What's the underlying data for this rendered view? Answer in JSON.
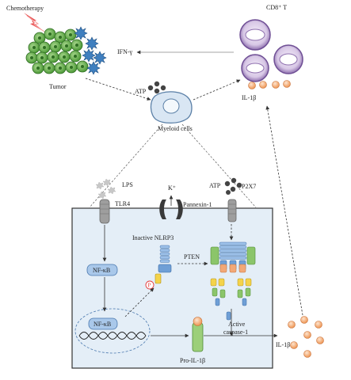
{
  "labels": {
    "chemotherapy": "Chemotherapy",
    "tumor": "Tumor",
    "ifn_gamma": "IFN-γ",
    "cd8_t": "CD8⁺ T",
    "atp_top": "ATP",
    "myeloid_cells": "Myeloid cells",
    "il1b_top": "IL-1β",
    "lps": "LPS",
    "tlr4": "TLR4",
    "k_plus": "K⁺",
    "pannexin": "Pannexin-1",
    "atp_cell": "ATP",
    "p2x7": "P2X7",
    "inactive_nlrp3": "Inactive NLRP3",
    "nfkb_1": "NF-κB",
    "pten": "PTEN",
    "p": "P",
    "nfkb_2": "NF-κB",
    "active_caspase_line1": "Active",
    "active_caspase_line2": "caspase-1",
    "il1b_out": "IL-1β",
    "pro_il1b": "Pro-IL-1β"
  },
  "colors": {
    "cell_fill": "#e4eef7",
    "tumor_green": "#6bb14f",
    "tumor_dark": "#2f6e23",
    "star_blue": "#3f7fbf",
    "tcell_purple": "#8e6fae",
    "tcell_light": "#e6dcef",
    "il1b_orange": "#f4a66a",
    "nfkb_fill": "#a9c8ea",
    "receptor_grey": "#9a9a9a",
    "nlrp3_blue": "#6f9fd6",
    "asc_orange": "#f2a877",
    "casp_yellow": "#f4d34a",
    "casp_green": "#8bc56a",
    "pro_green": "#9ccf7a",
    "lightning": "#e53c3c"
  }
}
